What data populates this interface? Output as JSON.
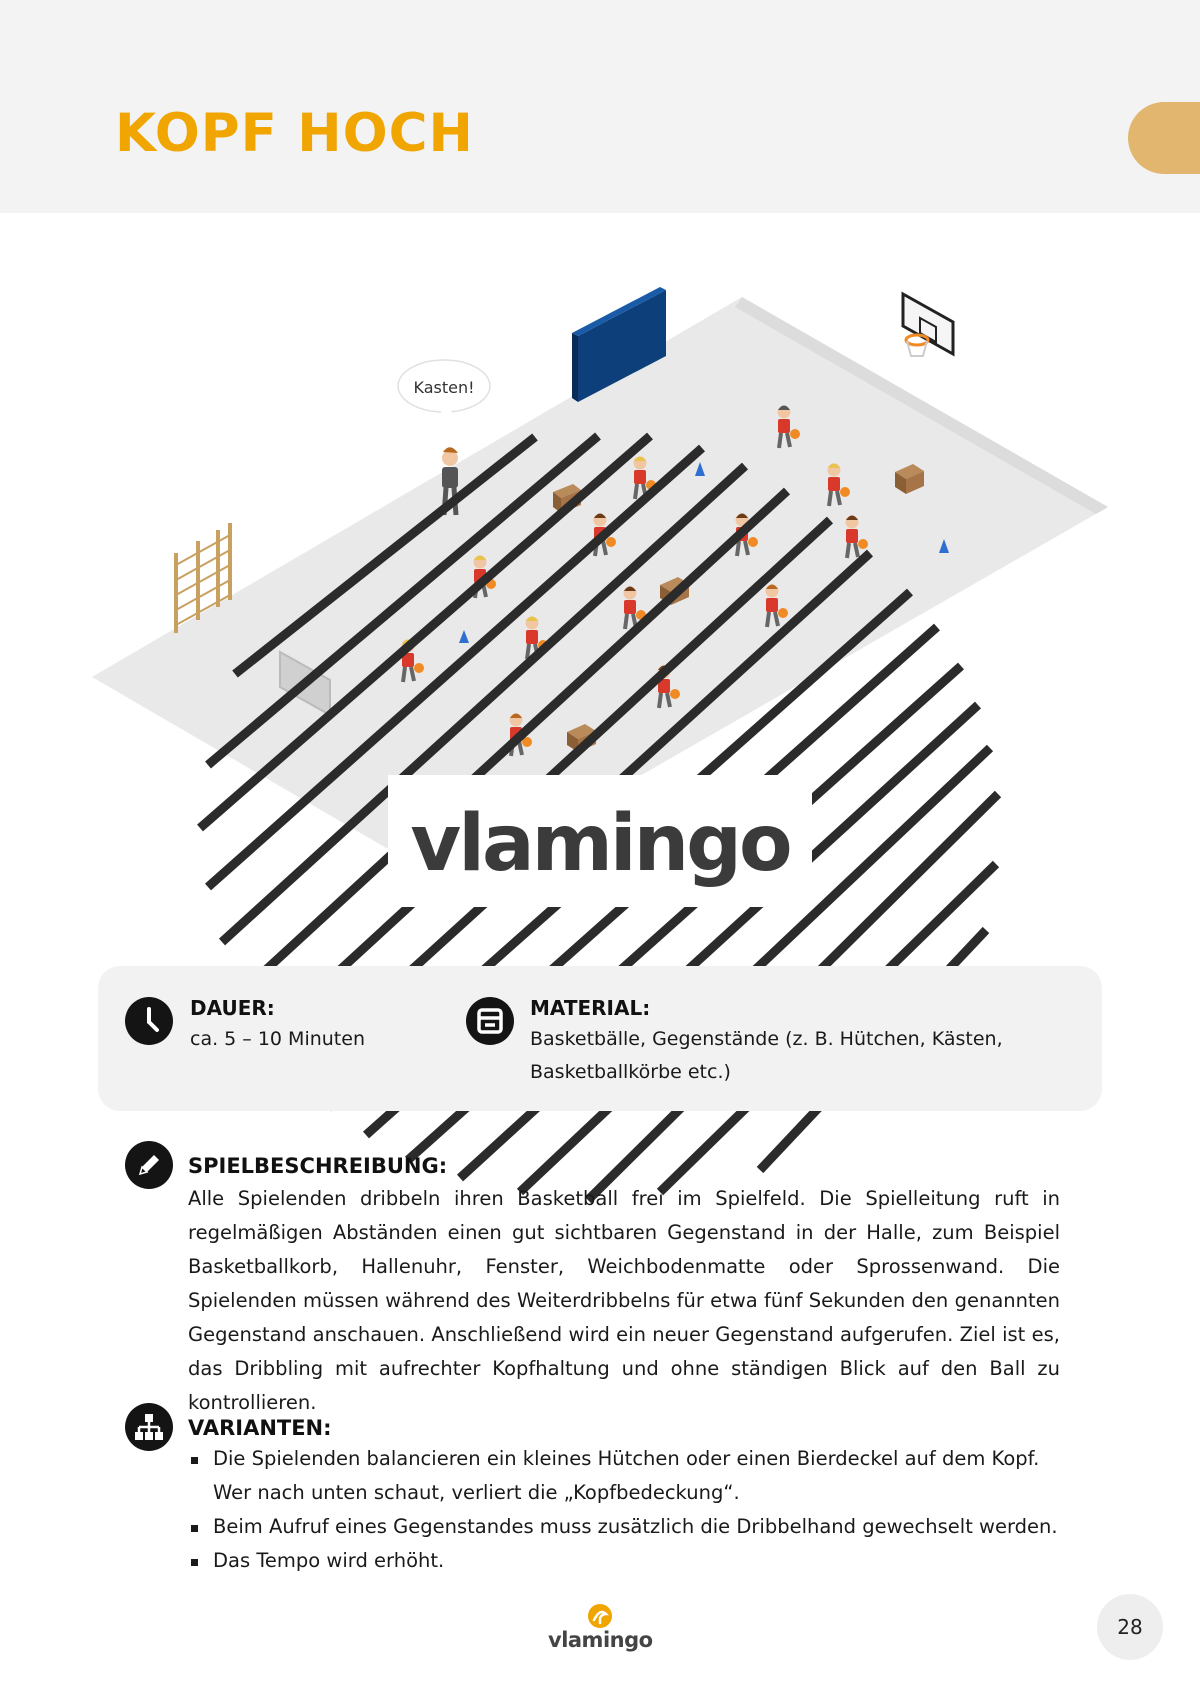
{
  "header": {
    "title": "KOPF HOCH"
  },
  "illustration": {
    "speech_bubble": "Kasten!",
    "watermark": "vlamingo"
  },
  "info": {
    "duration_label": "DAUER:",
    "duration_value": "ca. 5 – 10 Minuten",
    "material_label": "MATERIAL:",
    "material_line1": "Basketbälle, Gegenstände (z. B. Hütchen, Kästen,",
    "material_line2": "Basketballkörbe etc.)"
  },
  "description": {
    "heading": "SPIELBESCHREIBUNG:",
    "text": "Alle Spielenden dribbeln ihren Basketball frei im Spielfeld. Die Spielleitung ruft in regelmäßigen Abständen einen gut sichtbaren Gegenstand in der Halle, zum Beispiel Basketballkorb, Hallenuhr, Fenster, Weichbodenmatte oder Sprossenwand. Die Spielenden müssen während des Weiterdribbelns für etwa fünf Sekunden den genannten Gegenstand anschauen. Anschließend wird ein neuer Gegenstand aufgerufen. Ziel ist es, das Dribbling mit aufrechter Kopfhaltung und ohne ständigen Blick auf den Ball zu kontrollieren."
  },
  "variants": {
    "heading": "VARIANTEN:",
    "items": [
      "Die Spielenden balancieren ein kleines Hütchen oder einen Bierdeckel auf dem Kopf. Wer nach unten schaut, verliert die „Kopfbedeckung“.",
      "Beim Aufruf eines Gegenstandes muss zusätzlich die Dribbelhand gewechselt werden.",
      "Das Tempo wird erhöht."
    ]
  },
  "footer": {
    "logo_text": "vlamingo",
    "page_number": "28"
  },
  "colors": {
    "title": "#f0a500",
    "tab": "#e2b66e",
    "player_shirt": "#d9392b",
    "ball": "#f08a24",
    "mat": "#0d3f7a"
  }
}
